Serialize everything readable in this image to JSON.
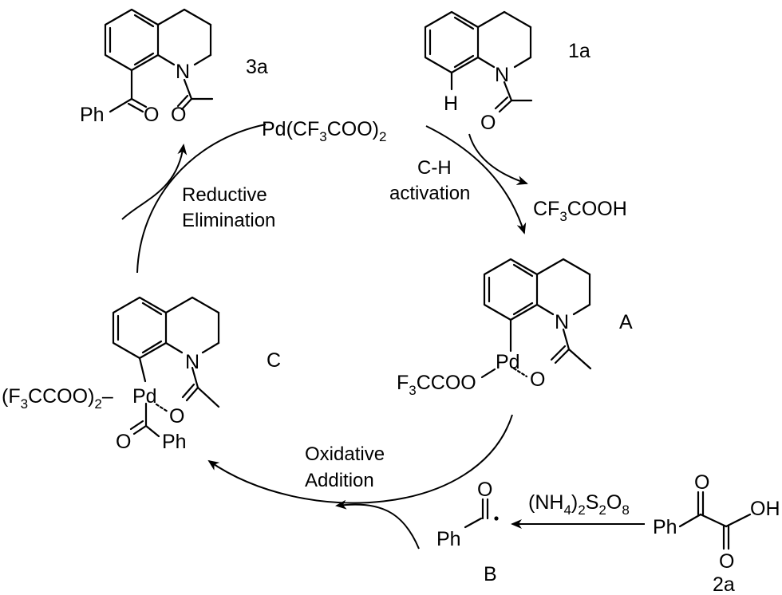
{
  "catalyst": {
    "main": "Pd(CF",
    "sub1": "3",
    "mid": "COO)",
    "sub2": "2"
  },
  "reactant_1a": {
    "label": "1a",
    "h_atom": "H",
    "n_atom": "N",
    "o_atom": "O"
  },
  "product_3a": {
    "label": "3a",
    "ph": "Ph",
    "o_ketone": "O",
    "n_atom": "N",
    "o_amide": "O"
  },
  "byproduct": {
    "main": "CF",
    "sub": "3",
    "tail": "COOH"
  },
  "step_ch": {
    "line1": "C-H",
    "line2": "activation"
  },
  "step_re": {
    "line1": "Reductive",
    "line2": "Elimination"
  },
  "step_oa": {
    "line1": "Oxidative",
    "line2": "Addition"
  },
  "intermediate_A": {
    "label": "A",
    "pd": "Pd",
    "n_atom": "N",
    "o_atom": "O",
    "ligand_main": "F",
    "ligand_sub": "3",
    "ligand_tail": "CCOO"
  },
  "intermediate_C": {
    "label": "C",
    "pd": "Pd",
    "n_atom": "N",
    "o_amide": "O",
    "o_acyl": "O",
    "ph": "Ph",
    "ligand_a": "(F",
    "ligand_sub1": "3",
    "ligand_b": "CCOO)",
    "ligand_sub2": "2",
    "ligand_dash": "–"
  },
  "radical_B": {
    "label": "B",
    "ph": "Ph",
    "o_atom": "O"
  },
  "oxidant": {
    "a": "(NH",
    "sub1": "4",
    "b": ")",
    "sub2": "2",
    "c": "S",
    "sub3": "2",
    "d": "O",
    "sub4": "8"
  },
  "acid_2a": {
    "label": "2a",
    "ph": "Ph",
    "o1": "O",
    "o2": "O",
    "oh": "OH"
  }
}
